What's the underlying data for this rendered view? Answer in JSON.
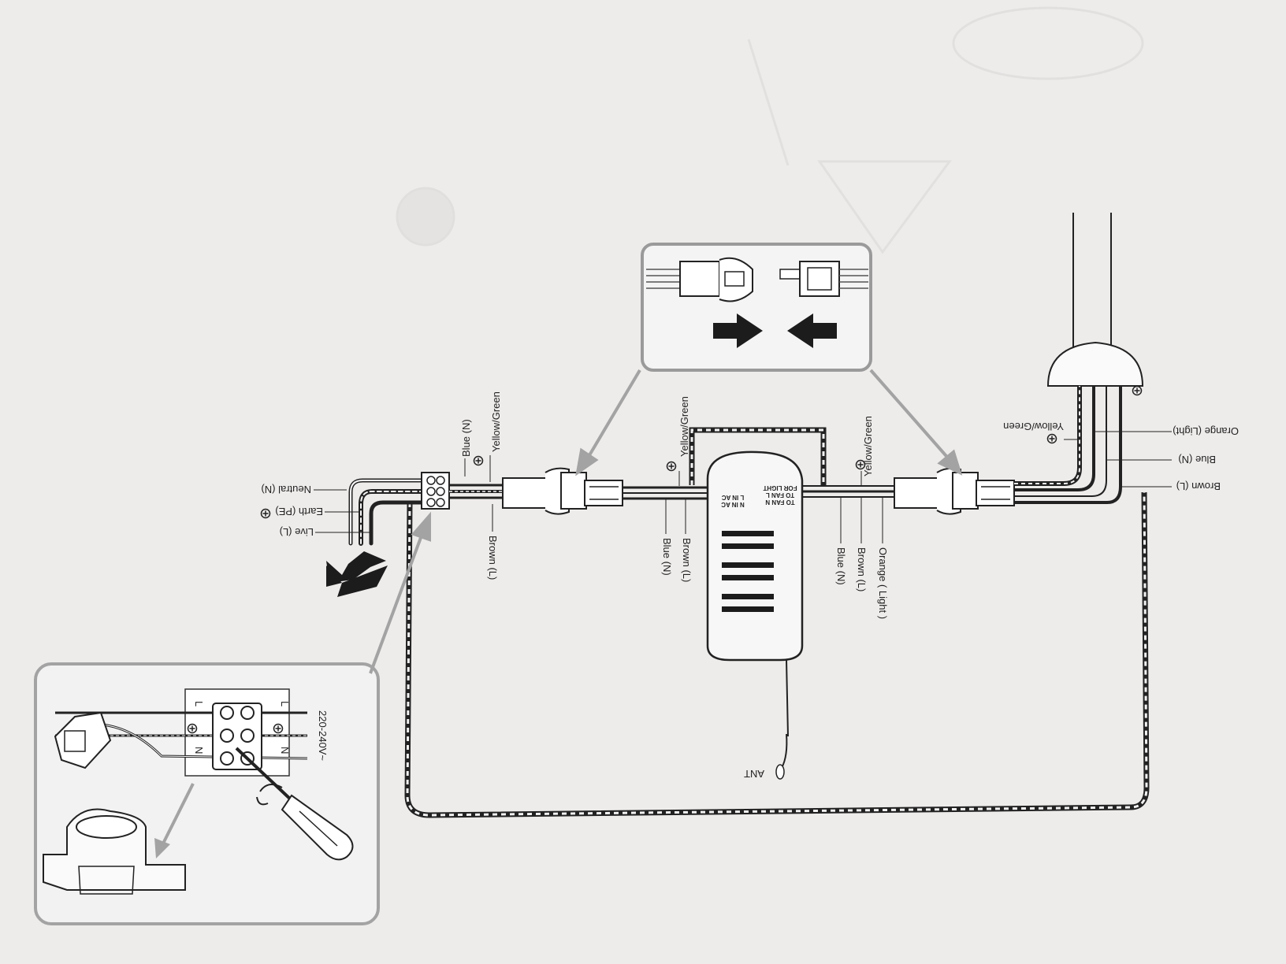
{
  "supply_labels": {
    "neutral": "Neutral (N)",
    "earth": "Earth (PE)",
    "live": "Live (L)"
  },
  "terminal_block_labels": {
    "blue": "Blue (N)",
    "yellow_green": "Yellow/Green",
    "brown": "Brown (L)"
  },
  "input_wire_labels": {
    "yellow_green": "Yellow/Green",
    "brown": "Brown (L)",
    "blue": "Blue (N)"
  },
  "receiver_terminals": {
    "in_l": "L IN AC",
    "in_n": "N IN AC",
    "fan_l": "TO FAN L",
    "fan_n": "TO FAN N",
    "light": "FOR LIGHT"
  },
  "output_wire_labels": {
    "yellow_green": "Yellow/Green",
    "blue": "Blue (N)",
    "brown": "Brown (L)",
    "orange": "Orange ( Light )"
  },
  "fan_wire_labels": {
    "yellow_green": "Yellow/Green",
    "orange": "Orange (Light)",
    "blue": "Blue (N)",
    "brown": "Brown (L)"
  },
  "antenna_label": "ANT",
  "inset_terminal": {
    "voltage": "220-240V~",
    "l": "L",
    "n": "N"
  },
  "icons": [
    "earth-symbol-icon",
    "plug-connector-icon",
    "arrow-right-icon",
    "arrow-left-icon",
    "screwdriver-icon",
    "wire-clamp-icon"
  ]
}
